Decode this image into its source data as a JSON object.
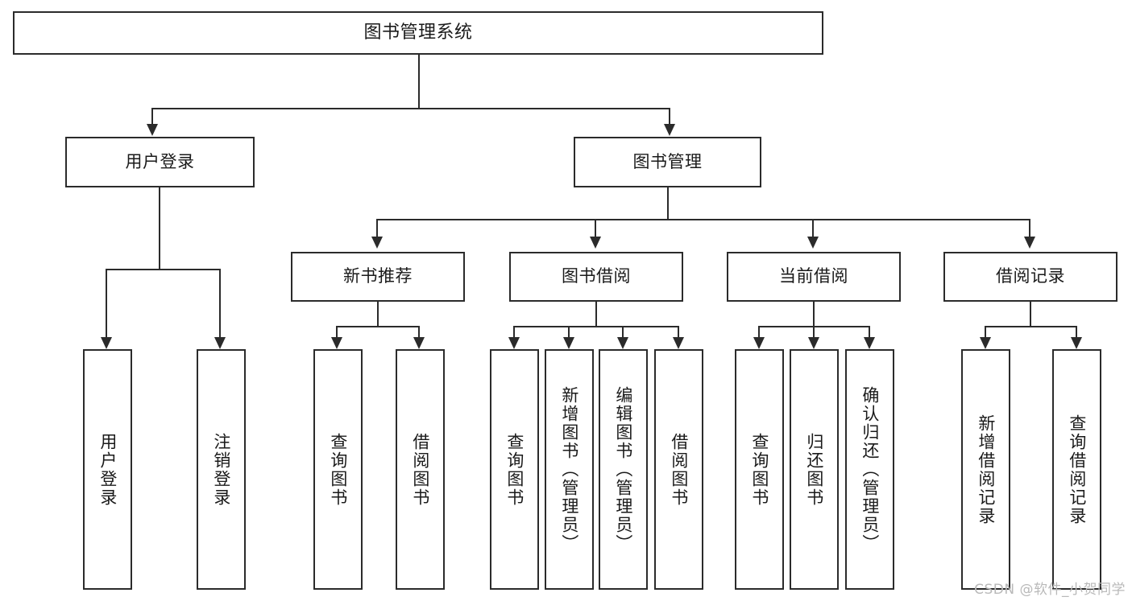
{
  "diagram": {
    "type": "tree-hierarchy",
    "title": "图书管理系统",
    "watermark": "CSDN @软件_小贺同学",
    "colors": {
      "stroke": "#2b2b2b",
      "fill": "#ffffff",
      "text": "#1a1a1a",
      "watermark": "#b9b9b9"
    },
    "levels": {
      "root": {
        "label": "图书管理系统"
      },
      "level2": [
        {
          "id": "user-login",
          "label": "用户登录"
        },
        {
          "id": "book-management",
          "label": "图书管理"
        }
      ],
      "level3": [
        {
          "id": "new-book-recommend",
          "label": "新书推荐",
          "parent": "book-management"
        },
        {
          "id": "book-borrow",
          "label": "图书借阅",
          "parent": "book-management"
        },
        {
          "id": "current-borrow",
          "label": "当前借阅",
          "parent": "book-management"
        },
        {
          "id": "borrow-record",
          "label": "借阅记录",
          "parent": "book-management"
        }
      ],
      "leaves": [
        {
          "id": "leaf-user-login",
          "label": "用户登录",
          "parent": "user-login"
        },
        {
          "id": "leaf-user-logout",
          "label": "注销登录",
          "parent": "user-login"
        },
        {
          "id": "leaf-query-book-1",
          "label": "查询图书",
          "parent": "new-book-recommend"
        },
        {
          "id": "leaf-borrow-book-1",
          "label": "借阅图书",
          "parent": "new-book-recommend"
        },
        {
          "id": "leaf-query-book-2",
          "label": "查询图书",
          "parent": "book-borrow"
        },
        {
          "id": "leaf-add-book",
          "label": "新增图书（管理员）",
          "parent": "book-borrow"
        },
        {
          "id": "leaf-edit-book",
          "label": "编辑图书（管理员）",
          "parent": "book-borrow"
        },
        {
          "id": "leaf-borrow-book-2",
          "label": "借阅图书",
          "parent": "book-borrow"
        },
        {
          "id": "leaf-query-book-3",
          "label": "查询图书",
          "parent": "current-borrow"
        },
        {
          "id": "leaf-return-book",
          "label": "归还图书",
          "parent": "current-borrow"
        },
        {
          "id": "leaf-confirm-return",
          "label": "确认归还（管理员）",
          "parent": "current-borrow"
        },
        {
          "id": "leaf-add-record",
          "label": "新增借阅记录",
          "parent": "borrow-record"
        },
        {
          "id": "leaf-query-record",
          "label": "查询借阅记录",
          "parent": "borrow-record"
        }
      ]
    }
  }
}
